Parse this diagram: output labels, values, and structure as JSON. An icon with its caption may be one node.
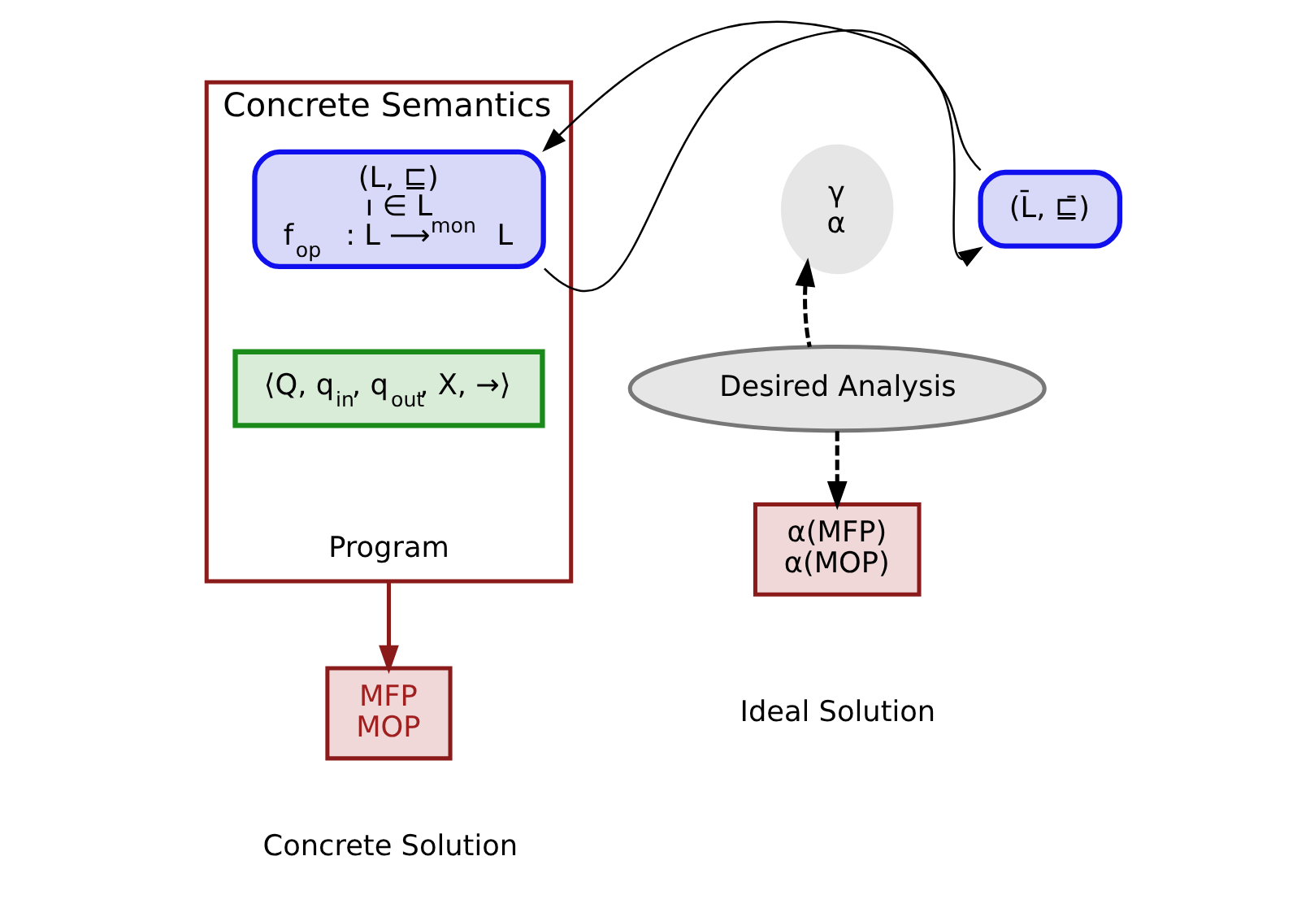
{
  "diagram": {
    "nodes": [
      {
        "text": [
          "Concrete Semantics"
        ]
      },
      {
        "text": [
          "(L, ⊑)",
          "ı ∈ L",
          "f$_{op}$ : L ⟶$^{mon}$ L"
        ],
        "in": 0
      },
      {
        "text": [
          "⟨Q, q$_{in}$, q$_{out}$, X, →⟩"
        ],
        "in": 0,
        "beside": [
          "Program"
        ]
      },
      {
        "text": [
          "γ",
          "α"
        ]
      },
      {
        "text": [
          "(L̄, ⊑̄)"
        ]
      },
      {
        "text": [
          "Desired Analysis"
        ]
      },
      {
        "text": [
          "MFP",
          "MOP"
        ],
        "beside": [
          "Concrete Solution"
        ]
      },
      {
        "text": [
          "α(MFP)",
          "α(MOP)"
        ],
        "beside": [
          "Ideal Solution"
        ]
      }
    ],
    "edges": [
      {
        "from": 4,
        "to": 1,
        "arrow": "to"
      },
      {
        "from": 1,
        "to": 4,
        "arrow": "to"
      },
      {
        "from": 5,
        "to": 3,
        "arrow": "to",
        "style": "dashed"
      },
      {
        "from": 5,
        "to": 7,
        "arrow": "to",
        "style": "dashed"
      },
      {
        "from": 0,
        "to": 6,
        "arrow": "to",
        "color": "#8b1a1a"
      }
    ]
  }
}
